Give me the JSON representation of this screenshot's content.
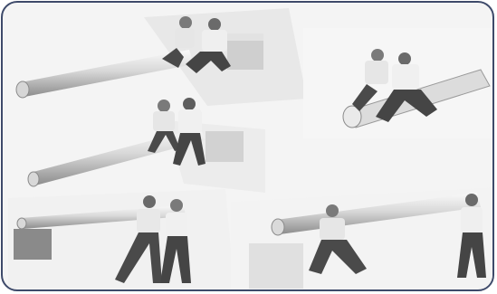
{
  "image": {
    "description_free": true,
    "panels": [
      {
        "id": "p1",
        "scene": "two-workers-crouching-lifting-pipe"
      },
      {
        "id": "p2",
        "scene": "two-workers-lifting-pipe-end"
      },
      {
        "id": "p3",
        "scene": "two-workers-carrying-pipe-waist-height"
      },
      {
        "id": "p4",
        "scene": "two-workers-shouldering-pipe"
      },
      {
        "id": "p5",
        "scene": "two-workers-raising-pipe-overhead"
      }
    ],
    "colors": {
      "frame": "#3e4a6a",
      "pipe_light": "#f2f2f2",
      "pipe_dark": "#9a9a9a",
      "shirt": "#e6e6e6",
      "pants": "#4a4a4a",
      "skin": "#8a8a8a"
    }
  }
}
